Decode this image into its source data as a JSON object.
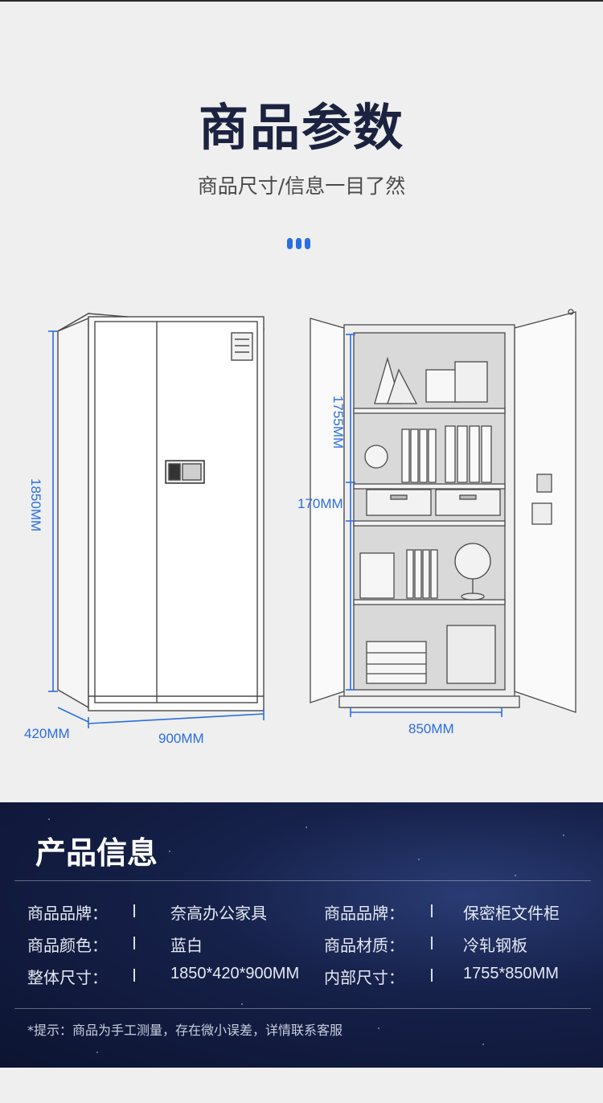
{
  "header": {
    "title": "商品参数",
    "subtitle": "商品尺寸/信息一目了然"
  },
  "dimensions": {
    "height": "1850MM",
    "depth": "420MM",
    "width": "900MM",
    "inner_height": "1755MM",
    "drawer_height": "170MM",
    "inner_width": "850MM"
  },
  "product_info": {
    "title": "产品信息",
    "rows": [
      {
        "label_a": "商品品牌：",
        "value_a": "奈高办公家具",
        "label_b": "商品品牌：",
        "value_b": "保密柜文件柜"
      },
      {
        "label_a": "商品颜色：",
        "value_a": "蓝白",
        "label_b": "商品材质：",
        "value_b": "冷轧钢板"
      },
      {
        "label_a": "整体尺寸：",
        "value_a": "1850*420*900MM",
        "label_b": "内部尺寸：",
        "value_b": "1755*850MM"
      }
    ],
    "note": "*提示：商品为手工测量，存在微小误差，详情联系客服"
  },
  "colors": {
    "accent": "#2a6ee0",
    "title": "#1c2340",
    "panel_bg": "#16214a"
  }
}
